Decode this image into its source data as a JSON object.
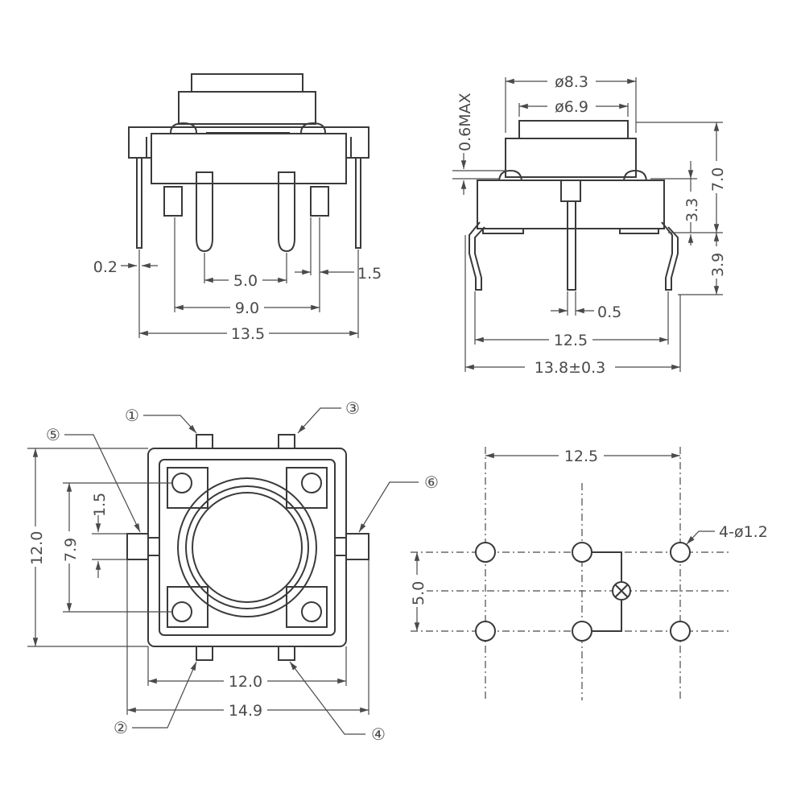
{
  "views": {
    "front": {
      "dims": {
        "d1": "0.2",
        "d2": "5.0",
        "d3": "1.5",
        "d4": "9.0",
        "d5": "13.5"
      }
    },
    "side": {
      "dims": {
        "d1": "ø8.3",
        "d2": "ø6.9",
        "d3": "0.6MAX",
        "d4": "7.0",
        "d5": "3.3",
        "d6": "3.9",
        "d7": "0.5",
        "d8": "12.5",
        "d9": "13.8±0.3"
      }
    },
    "top": {
      "dims": {
        "d1": "1.5",
        "d2": "7.9",
        "d3": "12.0",
        "d4": "12.0",
        "d5": "14.9"
      },
      "pins": {
        "p1": "①",
        "p2": "②",
        "p3": "③",
        "p4": "④",
        "p5": "⑤",
        "p6": "⑥"
      }
    },
    "footprint": {
      "dims": {
        "d1": "12.5",
        "d2": "5.0",
        "d3": "4-ø1.2"
      }
    }
  }
}
